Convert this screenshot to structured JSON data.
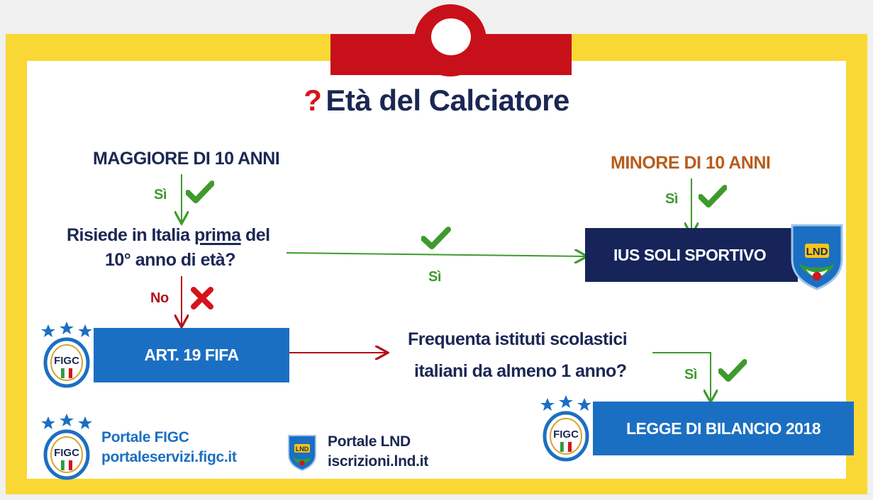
{
  "title": {
    "mark": "?",
    "text": "Età del Calciatore"
  },
  "left_branch": {
    "heading": "MAGGIORE DI 10 ANNI",
    "yes_label": "Sì",
    "question_prefix": "Risiede in Italia ",
    "question_emphasis": "prima",
    "question_suffix": " del",
    "question_line2": "10° anno di età?",
    "yes_right_label": "Sì",
    "no_label": "No"
  },
  "right_branch": {
    "heading": "MINORE DI 10 ANNI",
    "yes_label": "Sì",
    "result": "IUS SOLI SPORTIVO"
  },
  "art19": {
    "label": "ART. 19 FIFA"
  },
  "school": {
    "question_line1": "Frequenta istituti scolastici",
    "question_line2": "italiani da almeno 1 anno?",
    "yes_label": "Sì",
    "result": "LEGGE DI BILANCIO 2018"
  },
  "portals": {
    "figc": {
      "name": "Portale FIGC",
      "url": "portaleservizi.figc.it"
    },
    "lnd": {
      "name": "Portale LND",
      "url": "iscrizioni.lnd.it"
    }
  },
  "logos": {
    "figc_text": "FIGC",
    "lnd_text": "LND"
  },
  "colors": {
    "frame_yellow": "#f9d835",
    "clip_red": "#c8101a",
    "navy": "#1b2754",
    "box_navy": "#16245a",
    "box_blue": "#1b6fc2",
    "check_green": "#3f9a2d",
    "cross_red": "#d4141c",
    "minor_orange": "#b85c1c"
  },
  "icons": [
    "question-mark-icon",
    "check-icon",
    "cross-icon",
    "figc-logo",
    "lnd-logo",
    "arrow-icon"
  ]
}
